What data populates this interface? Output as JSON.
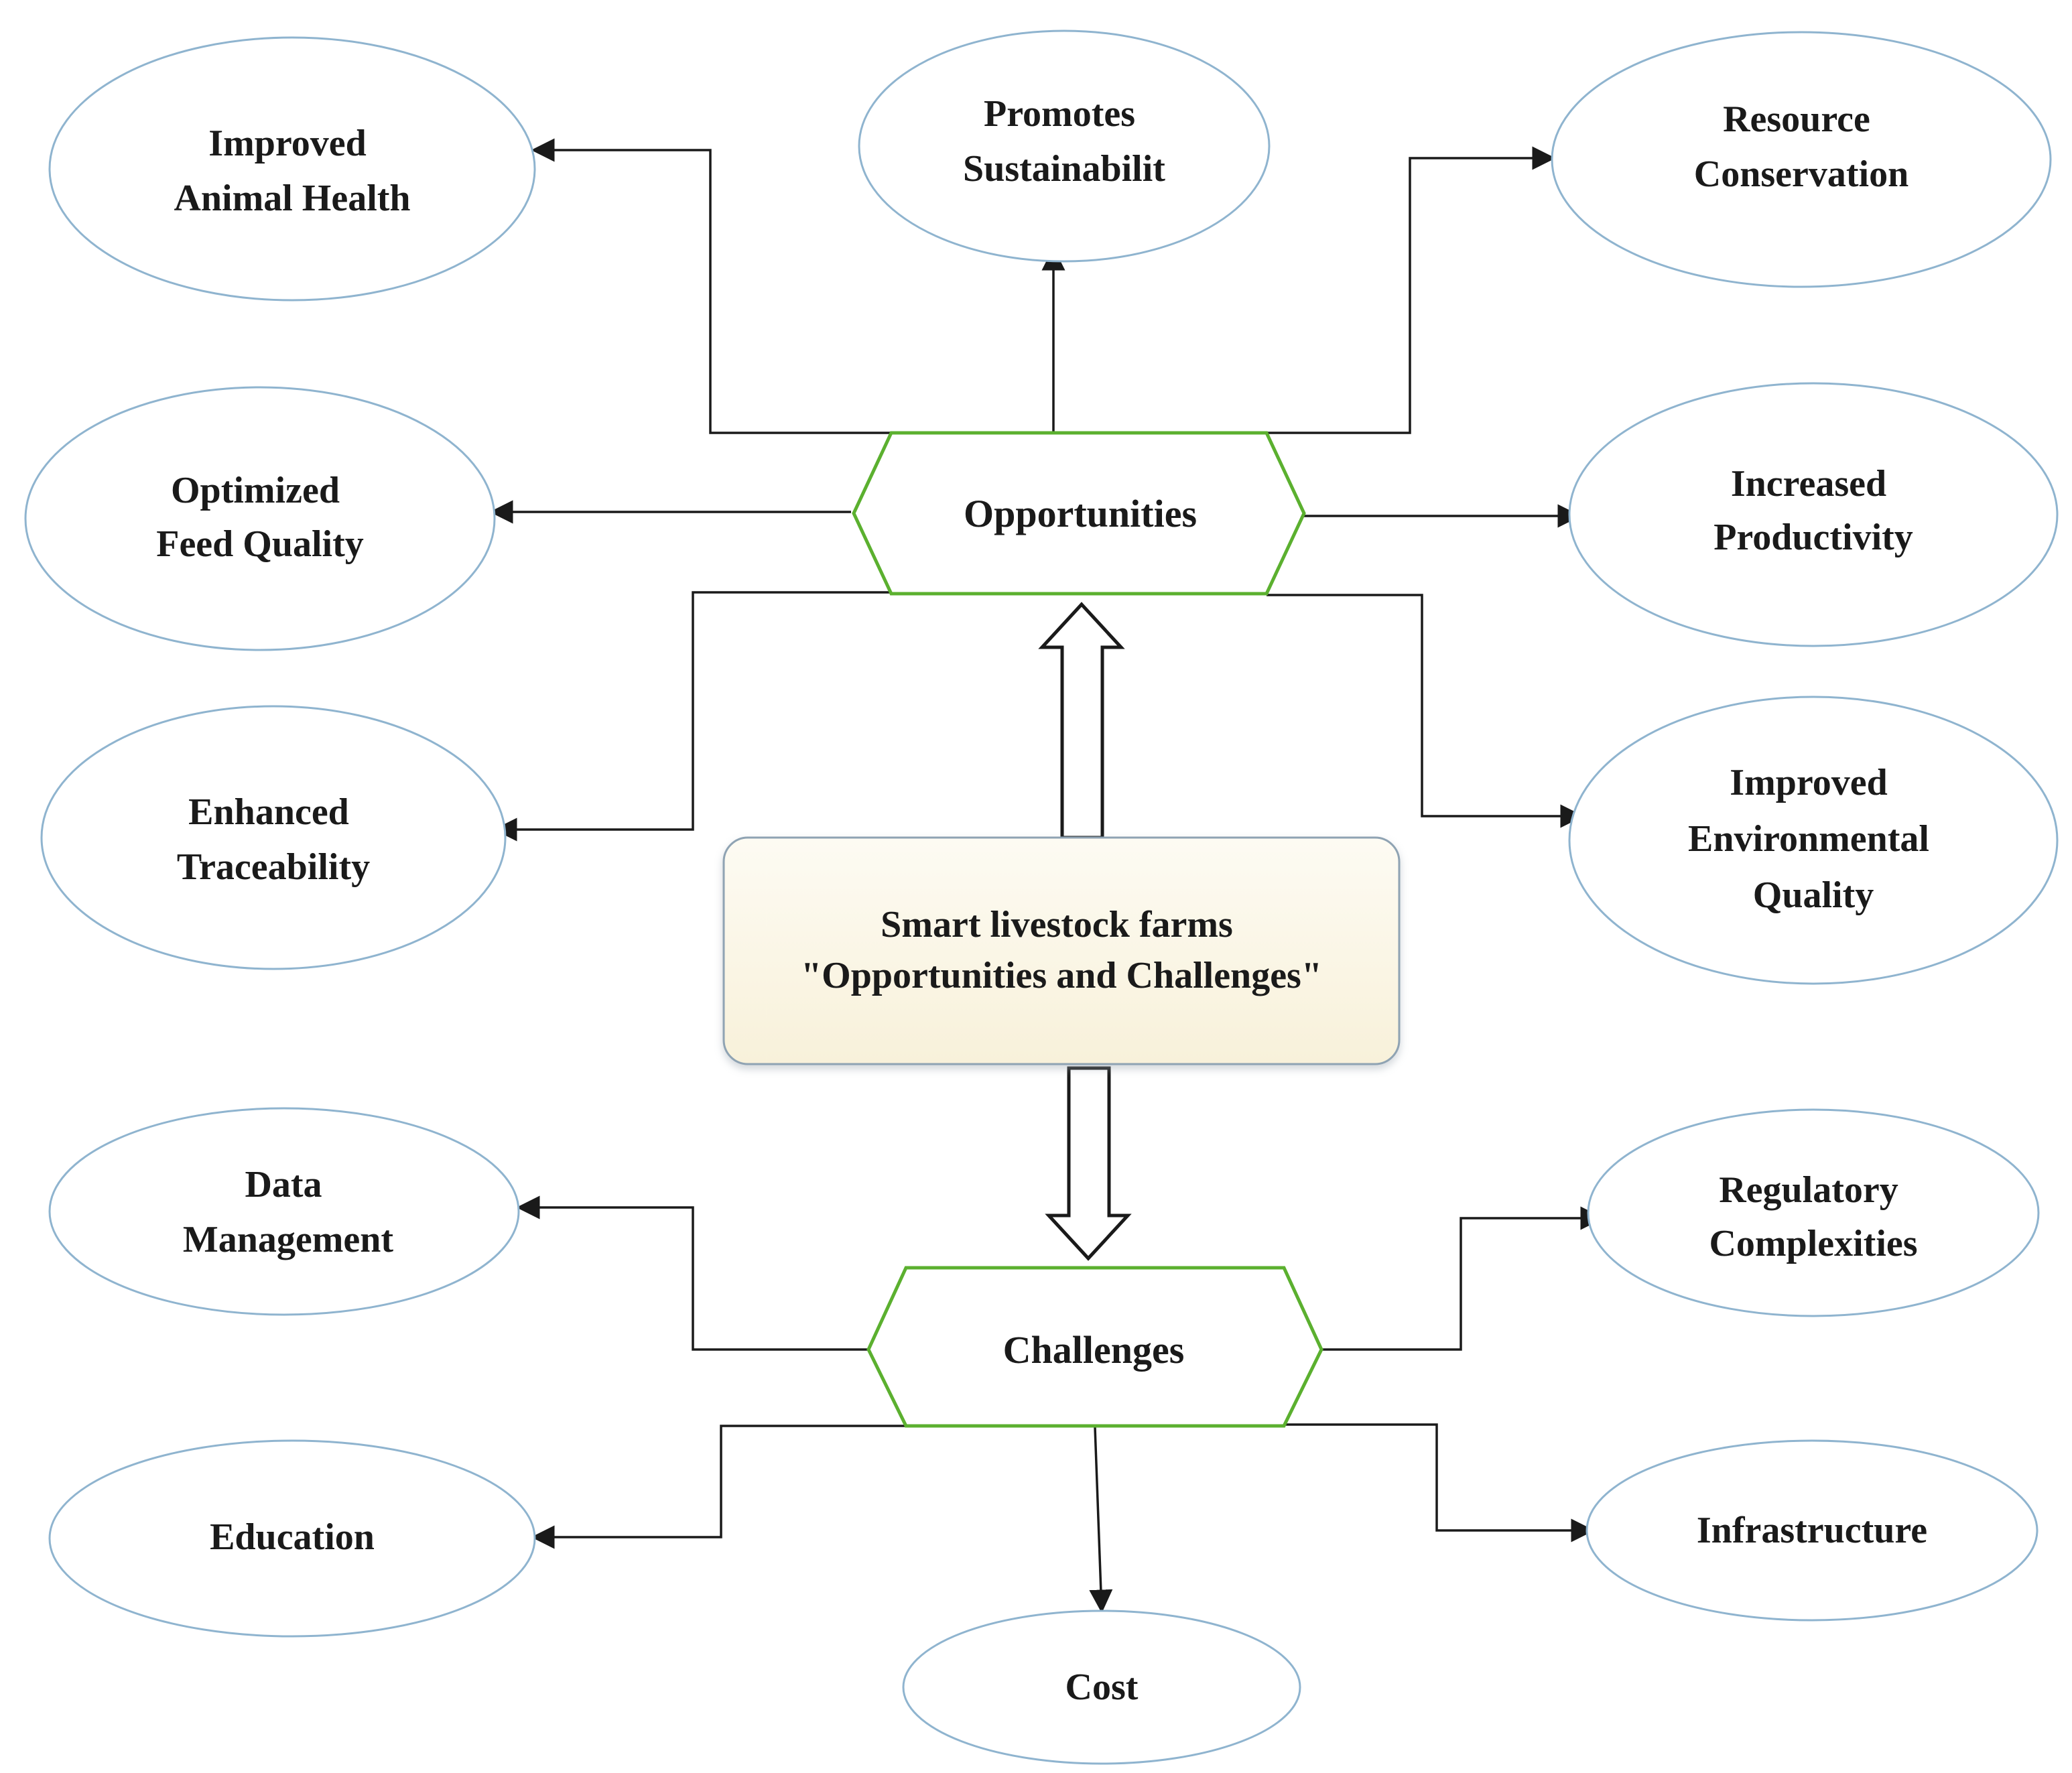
{
  "center": {
    "line1": "Smart livestock farms",
    "line2": "\"Opportunities and Challenges\""
  },
  "opportunities": {
    "label": "Opportunities",
    "items": [
      {
        "id": "improved-animal-health",
        "lines": [
          "Improved",
          "Animal Health"
        ]
      },
      {
        "id": "promotes-sustainability",
        "lines": [
          "Promotes",
          "Sustainabilit"
        ]
      },
      {
        "id": "resource-conservation",
        "lines": [
          "Resource",
          "Conservation"
        ]
      },
      {
        "id": "optimized-feed-quality",
        "lines": [
          "Optimized",
          "Feed Quality"
        ]
      },
      {
        "id": "increased-productivity",
        "lines": [
          "Increased",
          "Productivity"
        ]
      },
      {
        "id": "enhanced-traceability",
        "lines": [
          "Enhanced",
          "Traceability"
        ]
      },
      {
        "id": "improved-environmental-quality",
        "lines": [
          "Improved",
          "Environmental",
          "Quality"
        ]
      }
    ]
  },
  "challenges": {
    "label": "Challenges",
    "items": [
      {
        "id": "data-management",
        "lines": [
          "Data",
          "Management"
        ]
      },
      {
        "id": "regulatory-complexities",
        "lines": [
          "Regulatory",
          "Complexities"
        ]
      },
      {
        "id": "education",
        "lines": [
          "Education"
        ]
      },
      {
        "id": "infrastructure",
        "lines": [
          "Infrastructure"
        ]
      },
      {
        "id": "cost",
        "lines": [
          "Cost"
        ]
      }
    ]
  },
  "colors": {
    "hexagon_border": "#5bb02f",
    "ellipse_border": "#8fb4cf",
    "center_fill": "#fbf6e6",
    "arrow_stroke": "#1a1a1a"
  }
}
